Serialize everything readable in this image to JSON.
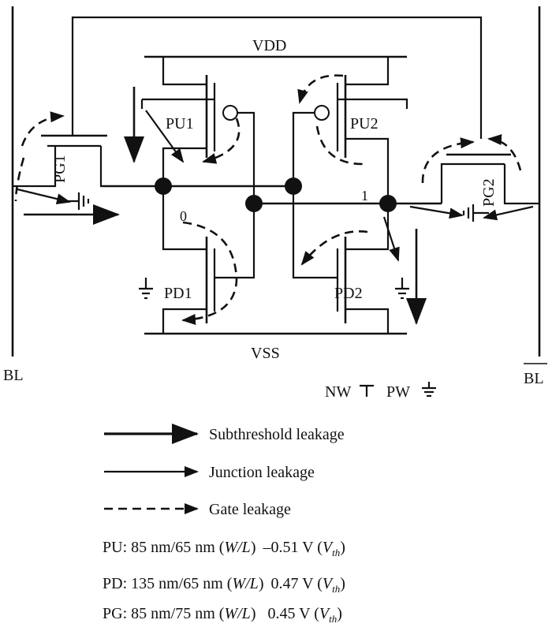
{
  "labels": {
    "vdd": "VDD",
    "vss": "VSS",
    "bl": "BL",
    "blb": "BL",
    "pu1": "PU1",
    "pu2": "PU2",
    "pd1": "PD1",
    "pd2": "PD2",
    "pg1": "PG1",
    "pg2": "PG2",
    "node_zero": "0",
    "node_one": "1",
    "nw": "NW",
    "pw": "PW"
  },
  "legend": {
    "subthreshold": "Subthreshold leakage",
    "junction": "Junction leakage",
    "gate": "Gate leakage"
  },
  "specs": [
    {
      "name": "PU:",
      "wl": "85 nm/65 nm",
      "wl_tag": "W/L",
      "vth": "–0.51 V",
      "vth_tag": "V",
      "vth_sub": "th"
    },
    {
      "name": "PD:",
      "wl": "135 nm/65 nm",
      "wl_tag": "W/L",
      "vth": "0.47 V",
      "vth_tag": "V",
      "vth_sub": "th"
    },
    {
      "name": "PG:",
      "wl": "85 nm/75 nm",
      "wl_tag": "W/L",
      "vth": "0.45 V",
      "vth_tag": "V",
      "vth_sub": "th"
    }
  ]
}
